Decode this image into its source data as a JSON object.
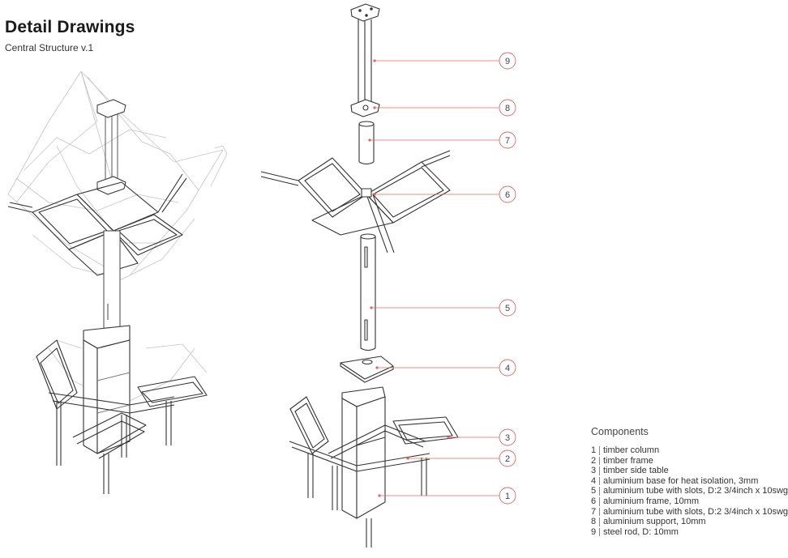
{
  "header": {
    "title": "Detail Drawings",
    "subtitle": "Central Structure v.1"
  },
  "components": {
    "heading": "Components",
    "items": [
      {
        "num": "1",
        "label": "timber column"
      },
      {
        "num": "2",
        "label": "timber frame"
      },
      {
        "num": "3",
        "label": "timber side table"
      },
      {
        "num": "4",
        "label": "aluminium base for heat isolation, 3mm"
      },
      {
        "num": "5",
        "label": "aluminium tube with slots, D:2 3/4inch x 10swg"
      },
      {
        "num": "6",
        "label": "aluminium frame, 10mm"
      },
      {
        "num": "7",
        "label": "aluminium tube with slots, D:2 3/4inch x 10swg"
      },
      {
        "num": "8",
        "label": "aluminium support, 10mm"
      },
      {
        "num": "9",
        "label": "steel rod, D: 10mm"
      }
    ]
  },
  "callouts": [
    "9",
    "8",
    "7",
    "6",
    "5",
    "4",
    "3",
    "2",
    "1"
  ],
  "colors": {
    "accent": "#e06666",
    "line": "#333333",
    "ghost": "#bdbdbd"
  }
}
